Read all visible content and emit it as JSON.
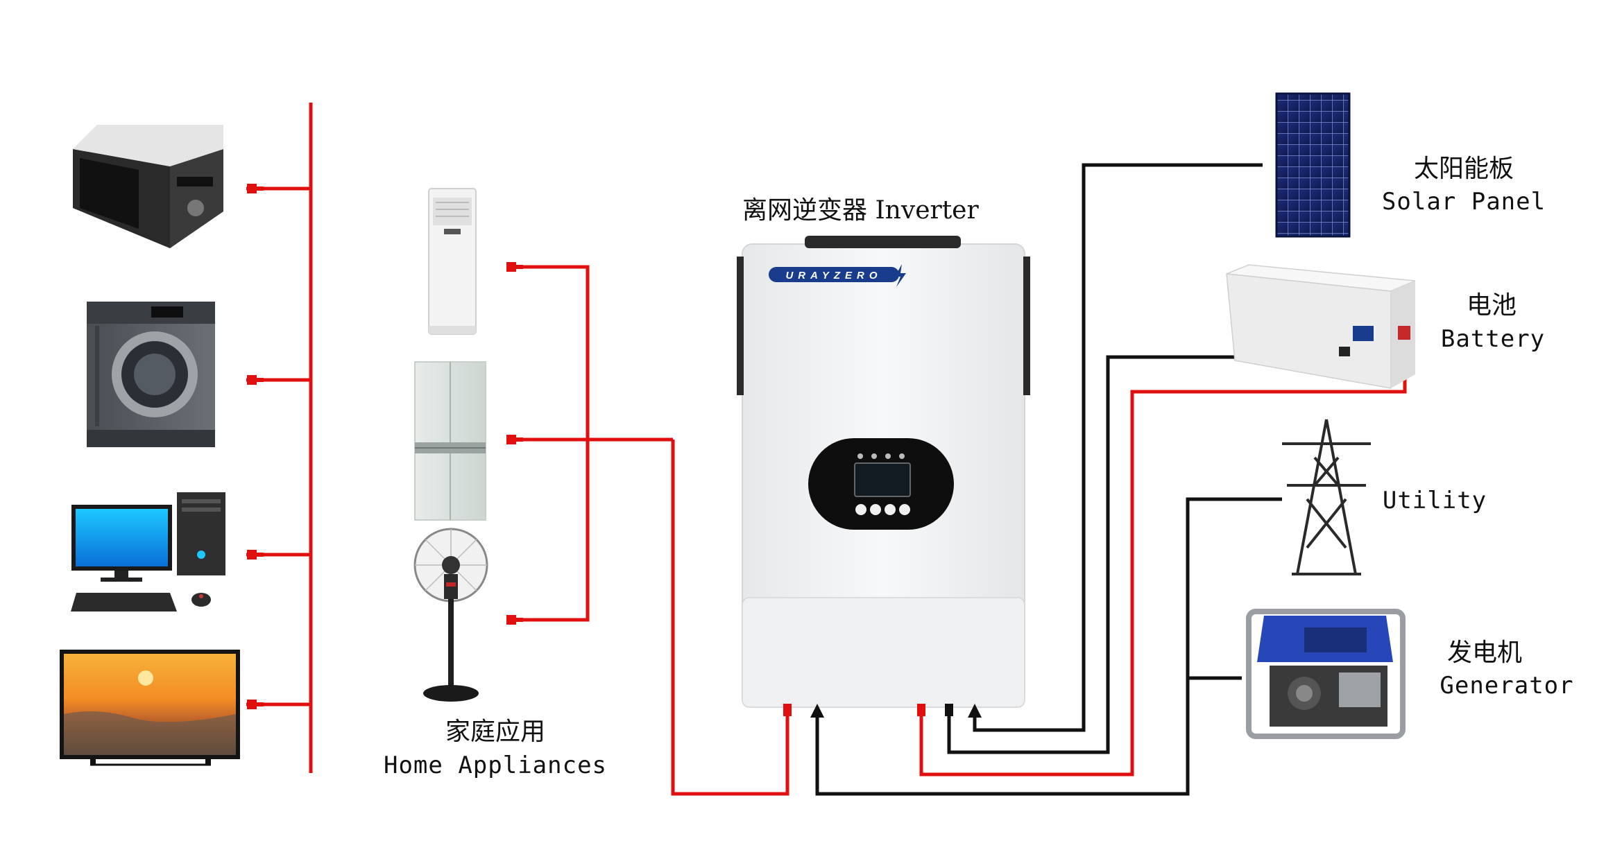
{
  "labels": {
    "inverter": "离网逆变器 Inverter",
    "brand": "URAYZERO",
    "appliances_cn": "家庭应用",
    "appliances_en": "Home Appliances",
    "solar_cn": "太阳能板",
    "solar_en": "Solar Panel",
    "battery_cn": "电池",
    "battery_en": "Battery",
    "utility": "Utility",
    "generator_cn": "发电机",
    "generator_en": "Generator"
  },
  "colors": {
    "ac_output_wire": "#e01010",
    "input_wire": "#111111",
    "inverter_body": "#f2f3f4",
    "brand_badge": "#1a3c8c"
  },
  "devices": {
    "left_column": [
      "microwave-oven",
      "washing-machine",
      "desktop-computer",
      "television"
    ],
    "middle_column": [
      "air-conditioner",
      "refrigerator",
      "electric-fan"
    ],
    "right_column": [
      "solar-panel",
      "battery",
      "utility-tower",
      "generator"
    ]
  }
}
